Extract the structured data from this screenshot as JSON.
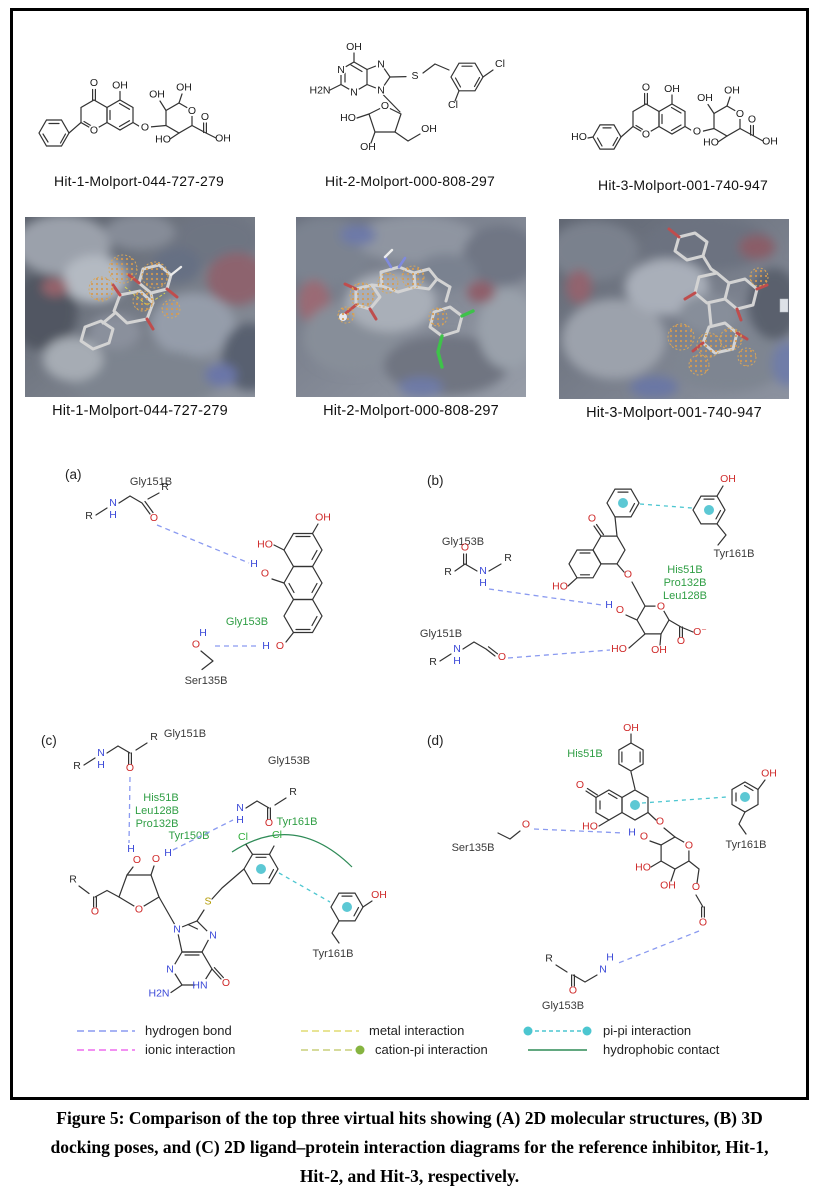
{
  "structures_2d": {
    "items": [
      {
        "label": "Hit-1-Molport-044-727-279",
        "atoms": [
          "O",
          "OH",
          "O",
          "O",
          "OH",
          "OH",
          "HO",
          "O",
          "O",
          "OH"
        ]
      },
      {
        "label": "Hit-2-Molport-000-808-297",
        "atoms": [
          "OH",
          "N",
          "N",
          "H2N",
          "N",
          "N",
          "S",
          "Cl",
          "Cl",
          "O",
          "HO",
          "OH",
          "OH"
        ]
      },
      {
        "label": "Hit-3-Molport-001-740-947",
        "atoms": [
          "HO",
          "O",
          "OH",
          "O",
          "O",
          "OH",
          "OH",
          "HO",
          "O",
          "O",
          "OH"
        ]
      }
    ]
  },
  "docking_3d": {
    "items": [
      {
        "label": "Hit-1-Molport-044-727-279"
      },
      {
        "label": "Hit-2-Molport-000-808-297"
      },
      {
        "label": "Hit-3-Molport-001-740-947"
      }
    ]
  },
  "panels": {
    "a": {
      "tag": "(a)",
      "residues": {
        "gly151": "Gly151B",
        "gly153": "Gly153B",
        "ser135": "Ser135B"
      },
      "atoms": [
        "R",
        "N",
        "H",
        "O",
        "R",
        "OH",
        "HO",
        "H",
        "O",
        "O",
        "H",
        "H",
        "O"
      ]
    },
    "b": {
      "tag": "(b)",
      "residues": {
        "gly153": "Gly153B",
        "gly151": "Gly151B",
        "his51": "His51B",
        "pro132": "Pro132B",
        "leu128": "Leu128B",
        "tyr161": "Tyr161B"
      },
      "atoms": [
        "R",
        "O",
        "N",
        "H",
        "R",
        "R",
        "N",
        "H",
        "O",
        "O",
        "HO",
        "O",
        "H",
        "O",
        "HO",
        "OH",
        "O",
        "O",
        "O⁻",
        "OH"
      ]
    },
    "c": {
      "tag": "(c)",
      "residues": {
        "gly151": "Gly151B",
        "gly153": "Gly153B",
        "his51": "His51B",
        "leu128": "Leu128B",
        "pro132": "Pro132B",
        "tyr150": "Tyr150B",
        "tyr161_green": "Tyr161B",
        "tyr161_black": "Tyr161B"
      },
      "atoms": [
        "R",
        "N",
        "H",
        "O",
        "R",
        "N",
        "H",
        "O",
        "R",
        "H",
        "O",
        "O",
        "H",
        "O",
        "O",
        "R",
        "S",
        "Cl",
        "Cl",
        "N",
        "N",
        "N",
        "HN",
        "O",
        "H2N",
        "OH"
      ]
    },
    "d": {
      "tag": "(d)",
      "residues": {
        "his51": "His51B",
        "ser135": "Ser135B",
        "tyr161": "Tyr161B",
        "gly153": "Gly153B"
      },
      "atoms": [
        "OH",
        "O",
        "HO",
        "O",
        "O",
        "O",
        "H",
        "O",
        "HO",
        "OH",
        "O",
        "O",
        "H",
        "N",
        "O",
        "R",
        "OH"
      ]
    }
  },
  "legend": {
    "items": [
      {
        "label": "hydrogen bond",
        "style": "dashed",
        "color": "#8a9af0"
      },
      {
        "label": "metal interaction",
        "style": "dashed",
        "color": "#e0dc72"
      },
      {
        "label": "pi-pi interaction",
        "style": "dot-dash-dot",
        "color": "#4cc6d0"
      },
      {
        "label": "ionic interaction",
        "style": "dashed",
        "color": "#ee6cee"
      },
      {
        "label": "cation-pi interaction",
        "style": "dashed-dot",
        "color": "#c9cf7a",
        "dot_color": "#86b440"
      },
      {
        "label": "hydrophobic contact",
        "style": "solid",
        "color": "#2f8b57"
      }
    ]
  },
  "colors": {
    "oxygen_label": "#cf2b2b",
    "nitrogen_label": "#3b49d8",
    "sulfur_label": "#b39a00",
    "chlorine_label": "#2fae3a",
    "residue_green": "#2f9e44",
    "hbond_dash": "#8a9af0",
    "pipi_teal": "#4cc6d0"
  },
  "caption": {
    "lines": [
      "Figure 5: Comparison of the top three virtual hits showing (A) 2D molecular structures, (B) 3D",
      "docking poses, and (C) 2D ligand–protein interaction diagrams for the reference inhibitor, Hit-1,",
      "Hit-2, and Hit-3, respectively."
    ]
  }
}
